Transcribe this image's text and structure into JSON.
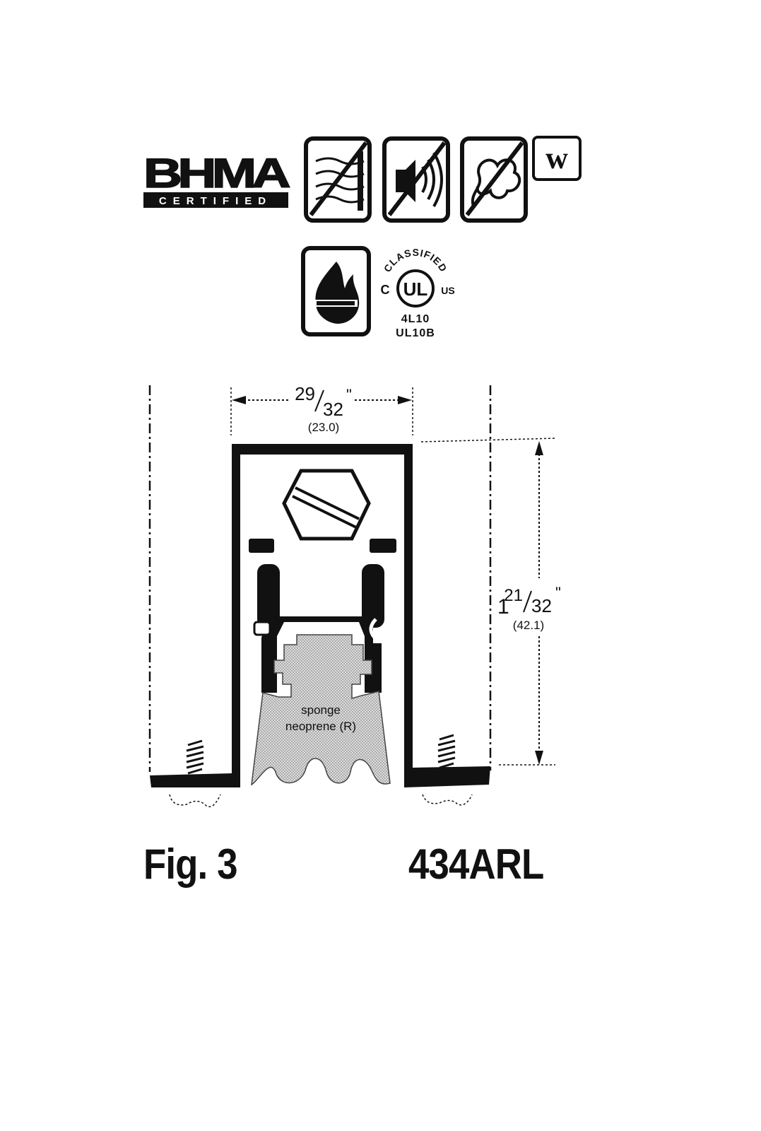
{
  "certifications": {
    "bhma_logo": "BHMA",
    "bhma_sub": "CERTIFIED",
    "w_mark": "w",
    "ul": {
      "arc_text": "CLASSIFIED",
      "left": "C",
      "center": "UL",
      "right": "US",
      "line1": "4L10",
      "line2": "UL10B"
    },
    "icons": [
      "air-seal-icon",
      "sound-seal-icon",
      "smoke-seal-icon",
      "fire-rated-icon"
    ]
  },
  "dimensions": {
    "width": {
      "whole": "",
      "num": "29",
      "den": "32",
      "unit": "\"",
      "metric": "(23.0)"
    },
    "height": {
      "whole": "1",
      "num": "21",
      "den": "32",
      "unit": "\"",
      "metric": "(42.1)"
    }
  },
  "material_label": {
    "line1": "sponge",
    "line2": "neoprene (R)"
  },
  "caption": {
    "figure": "Fig. 3",
    "model": "434ARL"
  },
  "colors": {
    "ink": "#111111",
    "sponge_fill": "#d4d4d4",
    "paper": "#ffffff"
  }
}
